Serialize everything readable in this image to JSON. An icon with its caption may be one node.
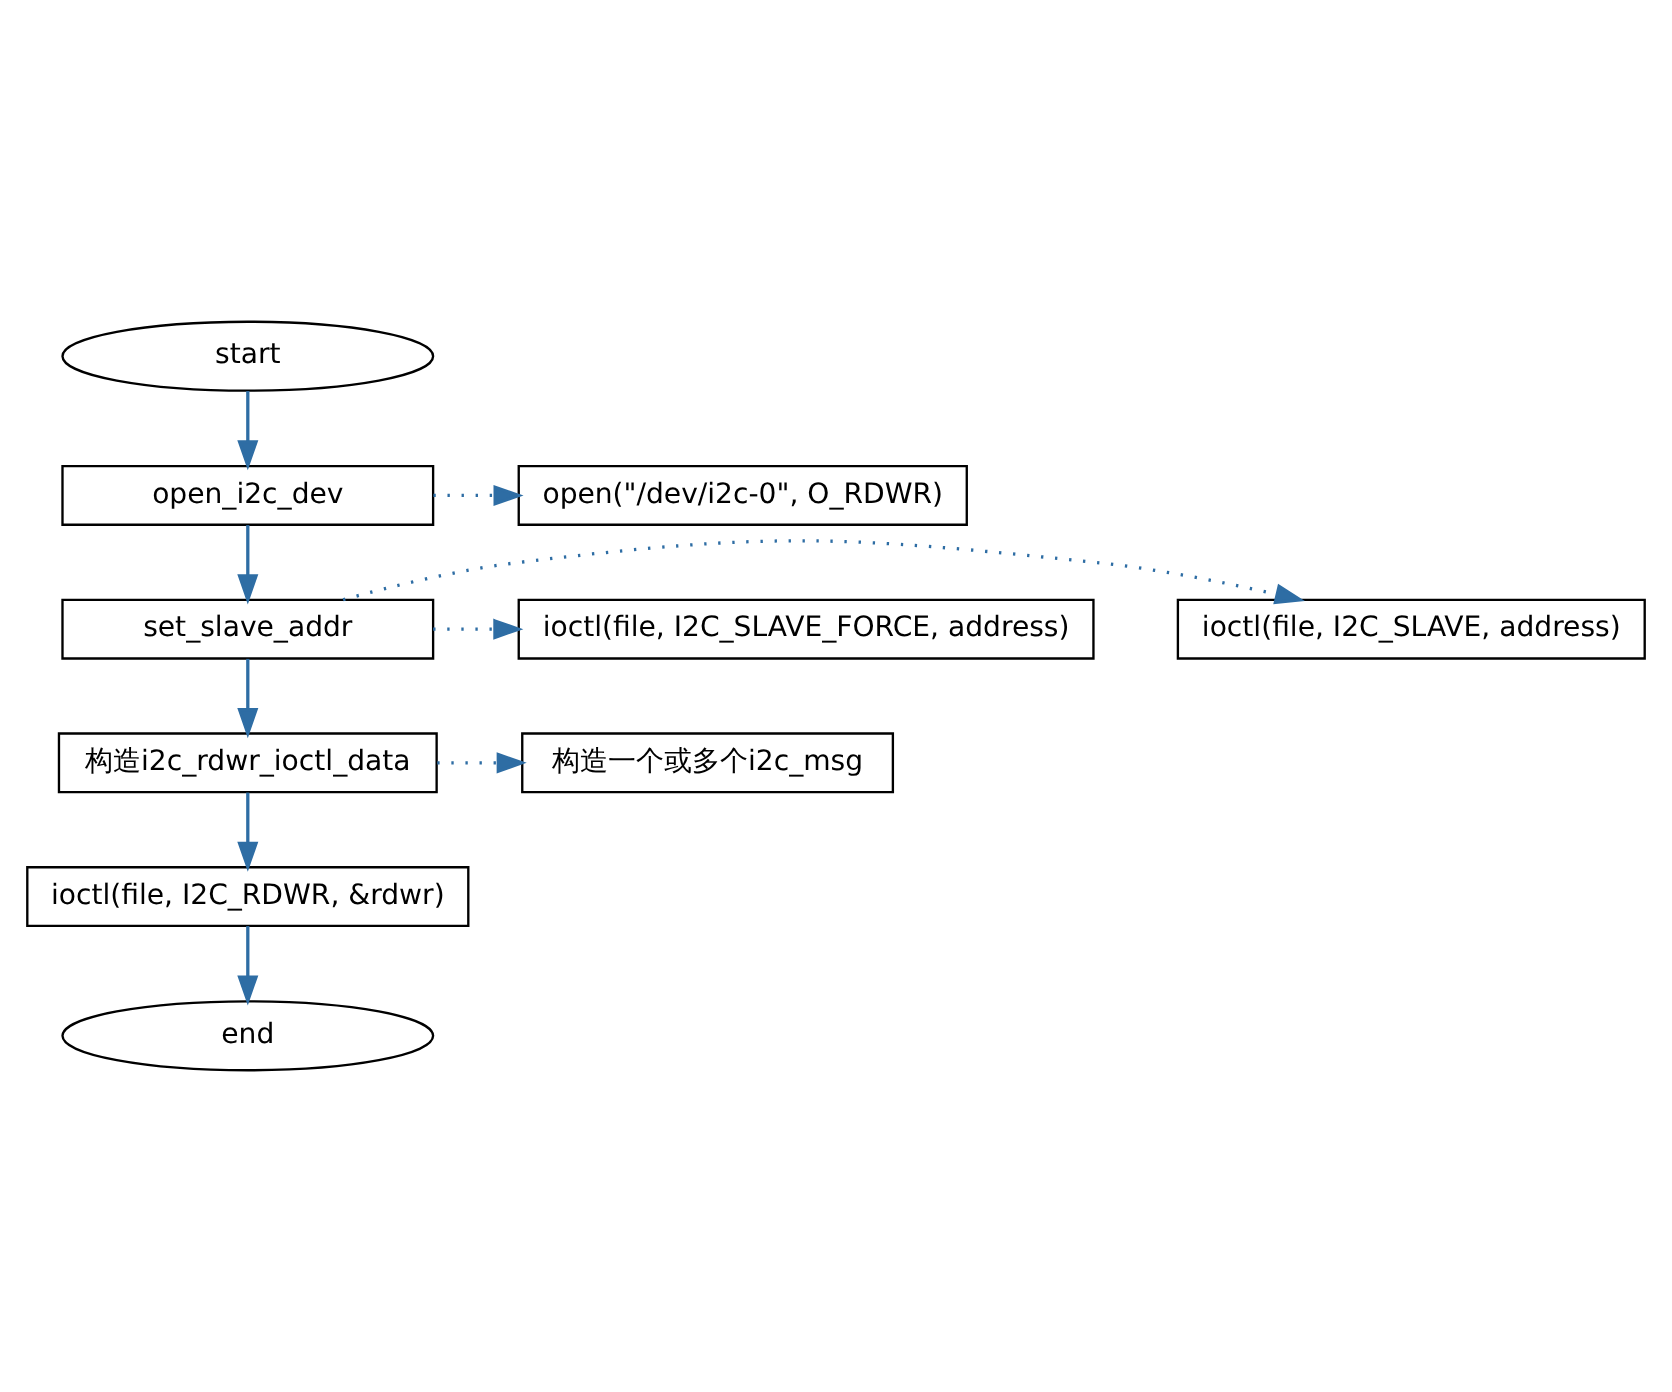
{
  "diagram": {
    "nodes": [
      {
        "text": [
          "start"
        ]
      },
      {
        "text": [
          "open_i2c_dev"
        ]
      },
      {
        "text": [
          "open(\"/dev/i2c-0\", O_RDWR)"
        ]
      },
      {
        "text": [
          "set_slave_addr"
        ]
      },
      {
        "text": [
          "ioctl(file, I2C_SLAVE, address)"
        ]
      },
      {
        "text": [
          "ioctl(file, I2C_SLAVE_FORCE, address)"
        ]
      },
      {
        "text": [
          "构造i2c_rdwr_ioctl_data"
        ]
      },
      {
        "text": [
          "构造一个或多个i2c_msg"
        ]
      },
      {
        "text": [
          "ioctl(file, I2C_RDWR, &rdwr)"
        ]
      },
      {
        "text": [
          "end"
        ]
      }
    ],
    "edges": [
      {
        "from": 0,
        "to": 1,
        "arrow": "to"
      },
      {
        "from": 1,
        "to": 2,
        "arrow": "to",
        "style": "dashed"
      },
      {
        "from": 1,
        "to": 3,
        "arrow": "to"
      },
      {
        "from": 3,
        "to": 4,
        "arrow": "to",
        "style": "dashed"
      },
      {
        "from": 3,
        "to": 5,
        "arrow": "to",
        "style": "dashed"
      },
      {
        "from": 3,
        "to": 6,
        "arrow": "to"
      },
      {
        "from": 6,
        "to": 7,
        "arrow": "to",
        "style": "dashed"
      },
      {
        "from": 6,
        "to": 8,
        "arrow": "to"
      },
      {
        "from": 8,
        "to": 9,
        "arrow": "to"
      }
    ]
  }
}
